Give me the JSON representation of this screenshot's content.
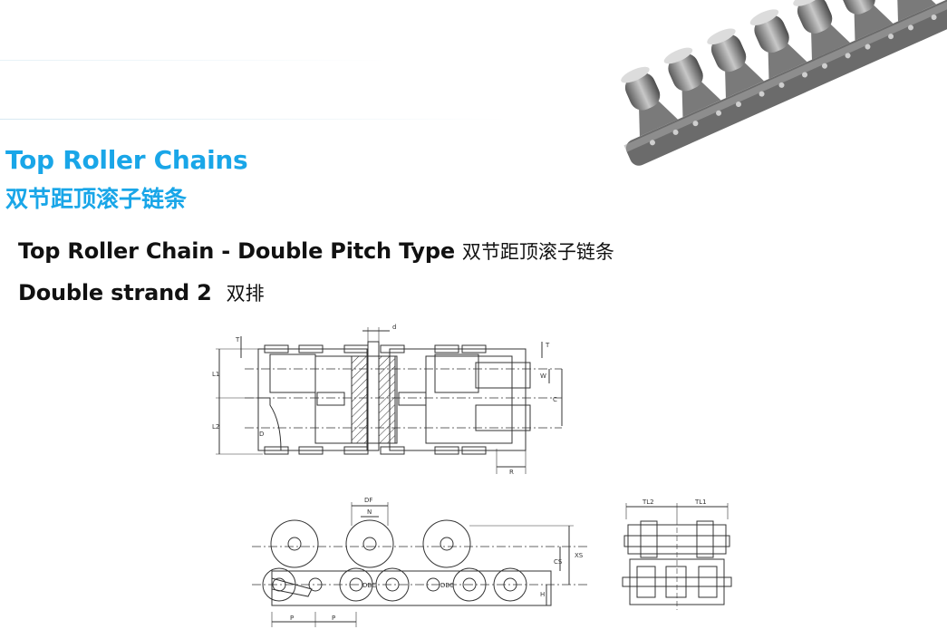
{
  "header": {
    "title_en": "Top Roller Chains",
    "title_zh": "双节距顶滚子链条"
  },
  "section": {
    "title_en": "Top Roller Chain - Double Pitch Type",
    "title_zh": "双节距顶滚子链条",
    "strand_en": "Double strand 2",
    "strand_zh": "双排"
  },
  "drawing_labels": {
    "d": "d",
    "T": "T",
    "L1": "L1",
    "L2": "L2",
    "D": "D",
    "W": "W",
    "C": "C",
    "R": "R",
    "DF": "DF",
    "N": "N",
    "XS": "XS",
    "CS": "CS",
    "H": "H",
    "P": "P",
    "DBC": "DBC",
    "TL1": "TL1",
    "TL2": "TL2"
  },
  "colors": {
    "title": "#19a6e8",
    "text": "#111111",
    "line": "#333333"
  }
}
